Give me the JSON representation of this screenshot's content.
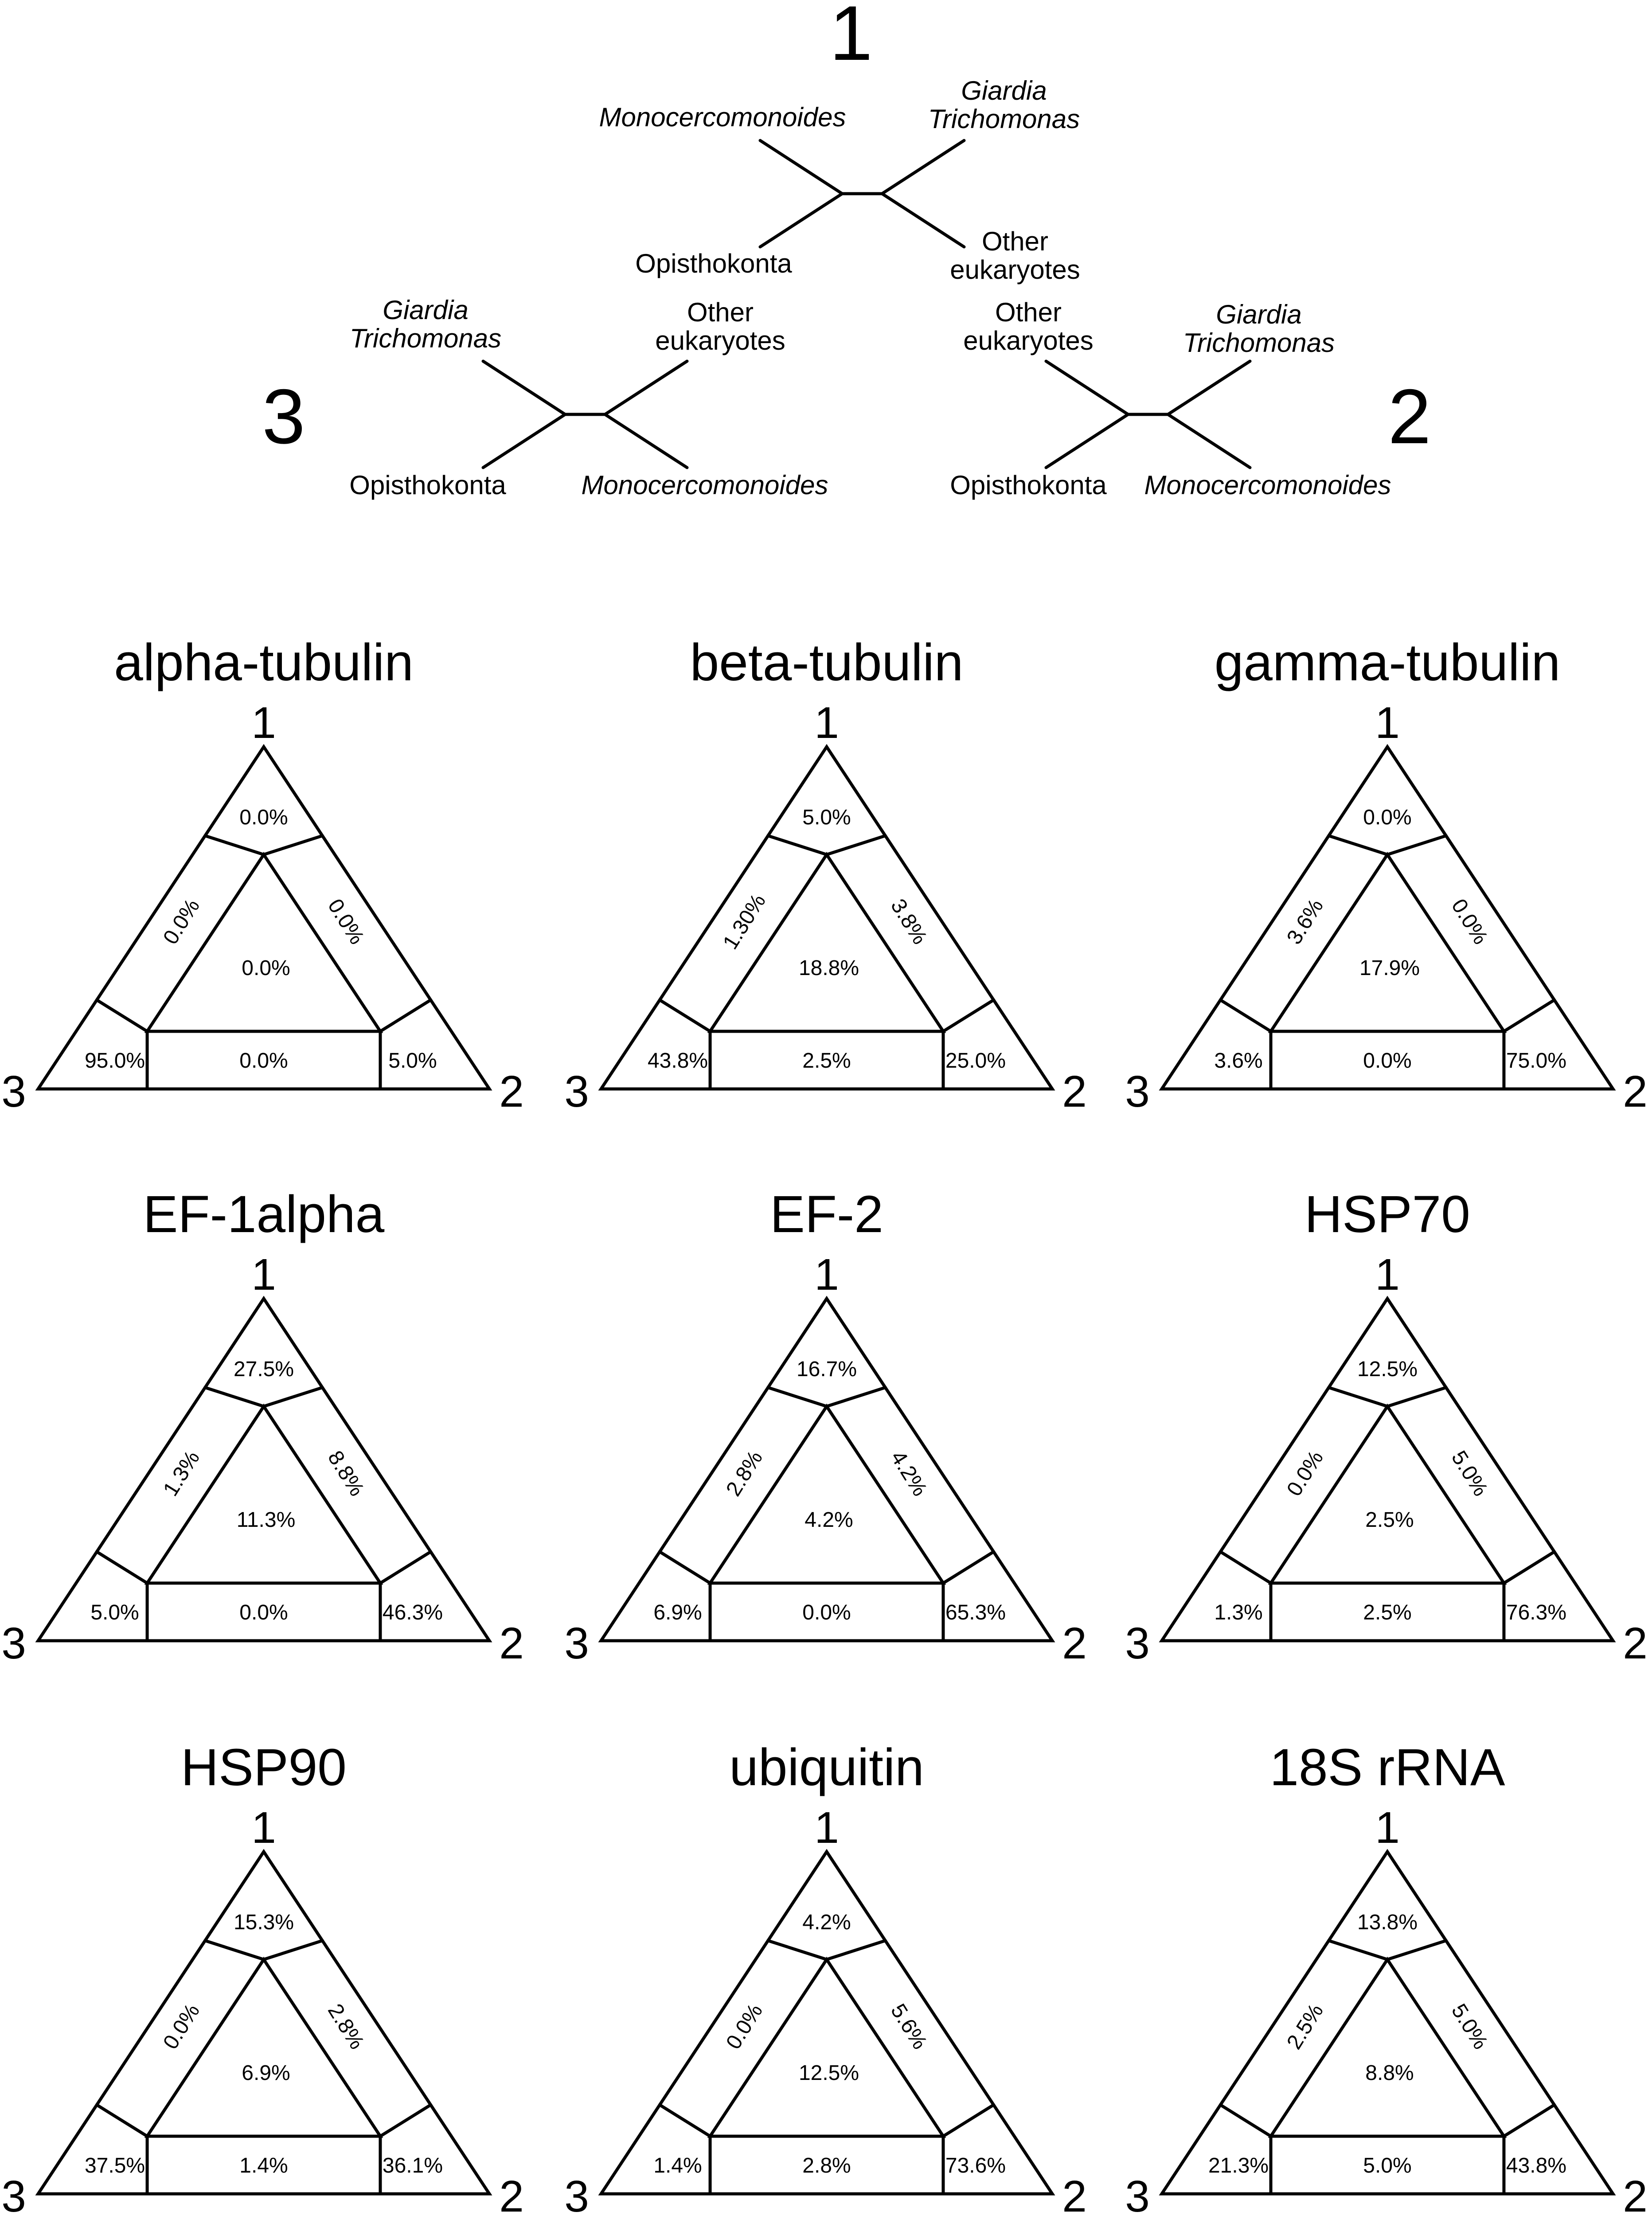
{
  "topologies": [
    {
      "id": "1",
      "taxa": {
        "upper_left": [
          "Monocercomonoides"
        ],
        "upper_right": [
          "Giardia",
          "Trichomonas"
        ],
        "lower_left": [
          "Opisthokonta"
        ],
        "lower_right": [
          "Other",
          "eukaryotes"
        ]
      }
    },
    {
      "id": "2",
      "taxa": {
        "upper_left": [
          "Other",
          "eukaryotes"
        ],
        "upper_right": [
          "Giardia",
          "Trichomonas"
        ],
        "lower_left": [
          "Opisthokonta"
        ],
        "lower_right": [
          "Monocercomonoides"
        ]
      }
    },
    {
      "id": "3",
      "taxa": {
        "upper_left": [
          "Giardia",
          "Trichomonas"
        ],
        "upper_right": [
          "Other",
          "eukaryotes"
        ],
        "lower_left": [
          "Opisthokonta"
        ],
        "lower_right": [
          "Monocercomonoides"
        ]
      }
    }
  ],
  "italic_taxa": [
    "Monocercomonoides",
    "Giardia",
    "Trichomonas"
  ],
  "vertex_labels": {
    "top": "1",
    "right": "2",
    "left": "3"
  },
  "genes": [
    {
      "name": "alpha-tubulin",
      "regions": {
        "top": "0.0%",
        "left_side": "0.0%",
        "right_side": "0.0%",
        "center": "0.0%",
        "bottom_left": "95.0%",
        "bottom_center": "0.0%",
        "bottom_right": "5.0%"
      }
    },
    {
      "name": "beta-tubulin",
      "regions": {
        "top": "5.0%",
        "left_side": "1.30%",
        "right_side": "3.8%",
        "center": "18.8%",
        "bottom_left": "43.8%",
        "bottom_center": "2.5%",
        "bottom_right": "25.0%"
      }
    },
    {
      "name": "gamma-tubulin",
      "regions": {
        "top": "0.0%",
        "left_side": "3.6%",
        "right_side": "0.0%",
        "center": "17.9%",
        "bottom_left": "3.6%",
        "bottom_center": "0.0%",
        "bottom_right": "75.0%"
      }
    },
    {
      "name": "EF-1alpha",
      "regions": {
        "top": "27.5%",
        "left_side": "1.3%",
        "right_side": "8.8%",
        "center": "11.3%",
        "bottom_left": "5.0%",
        "bottom_center": "0.0%",
        "bottom_right": "46.3%"
      }
    },
    {
      "name": "EF-2",
      "regions": {
        "top": "16.7%",
        "left_side": "2.8%",
        "right_side": "4.2%",
        "center": "4.2%",
        "bottom_left": "6.9%",
        "bottom_center": "0.0%",
        "bottom_right": "65.3%"
      }
    },
    {
      "name": "HSP70",
      "regions": {
        "top": "12.5%",
        "left_side": "0.0%",
        "right_side": "5.0%",
        "center": "2.5%",
        "bottom_left": "1.3%",
        "bottom_center": "2.5%",
        "bottom_right": "76.3%"
      }
    },
    {
      "name": "HSP90",
      "regions": {
        "top": "15.3%",
        "left_side": "0.0%",
        "right_side": "2.8%",
        "center": "6.9%",
        "bottom_left": "37.5%",
        "bottom_center": "1.4%",
        "bottom_right": "36.1%"
      }
    },
    {
      "name": "ubiquitin",
      "regions": {
        "top": "4.2%",
        "left_side": "0.0%",
        "right_side": "5.6%",
        "center": "12.5%",
        "bottom_left": "1.4%",
        "bottom_center": "2.8%",
        "bottom_right": "73.6%"
      }
    },
    {
      "name": "18S rRNA",
      "regions": {
        "top": "13.8%",
        "left_side": "2.5%",
        "right_side": "5.0%",
        "center": "8.8%",
        "bottom_left": "21.3%",
        "bottom_center": "5.0%",
        "bottom_right": "43.8%"
      }
    }
  ]
}
